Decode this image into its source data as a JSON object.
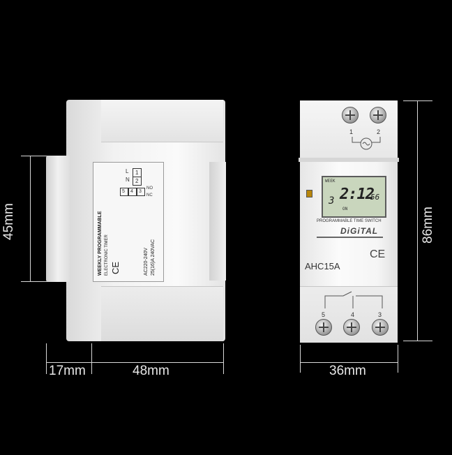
{
  "dimensions": {
    "height_left": "45mm",
    "depth_clip": "17mm",
    "depth_body": "48mm",
    "width_front": "36mm",
    "height_right": "86mm"
  },
  "side_label": {
    "terminals_top": [
      "L",
      "N"
    ],
    "terminal_numbers_top": [
      "1",
      "2"
    ],
    "terminal_numbers_bottom": [
      "5",
      "4",
      "3"
    ],
    "contact_no": "NO",
    "contact_nc": "NC",
    "line1": "WEEKLY PROGRAMMABLE",
    "line2": "ELECTRONIC TIMER",
    "ce": "CE",
    "rating1": "AC220-240V",
    "rating2": "25(16)A 240VAC"
  },
  "front": {
    "top_terminals": [
      "1",
      "2"
    ],
    "lcd_week": "WEEK",
    "lcd_time": "2:12",
    "lcd_seconds": "56",
    "lcd_on": "ON",
    "lcd_day": "3",
    "title": "PROGRAMMABLE TIME SWITCH",
    "brand": "DiGiTAL",
    "ce": "CE",
    "model": "AHC15A",
    "bottom_terminals": [
      "5",
      "4",
      "3"
    ]
  }
}
